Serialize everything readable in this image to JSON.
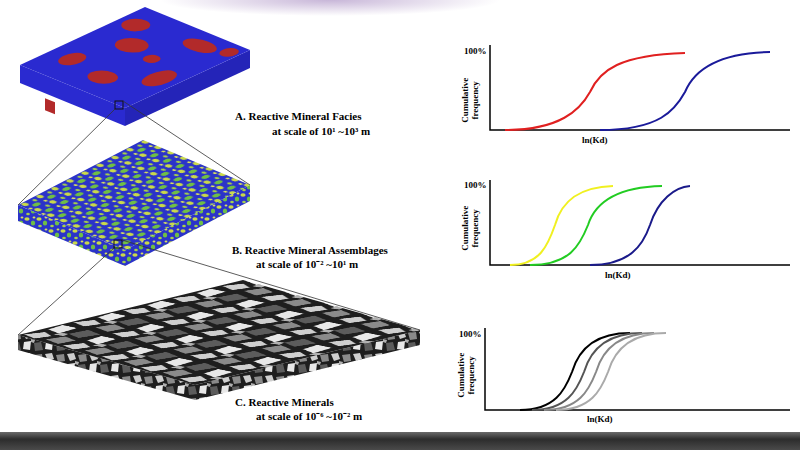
{
  "diagram": {
    "labels": [
      "A. Reactive Mineral Facies",
      "at scale of 10¹ ~10³ m",
      "B. Reactive Mineral Assemblages",
      "at scale of 10⁻² ~10¹ m",
      "C. Reactive Minerals",
      "at scale of 10⁻⁶ ~10⁻² m",
      "100%",
      "Cumulative frequency",
      "ln(Kd)",
      "100%",
      "Cumulative frequency",
      "ln(Kd)",
      "100%",
      "Cumulative frequency",
      "ln(Kd)"
    ]
  }
}
